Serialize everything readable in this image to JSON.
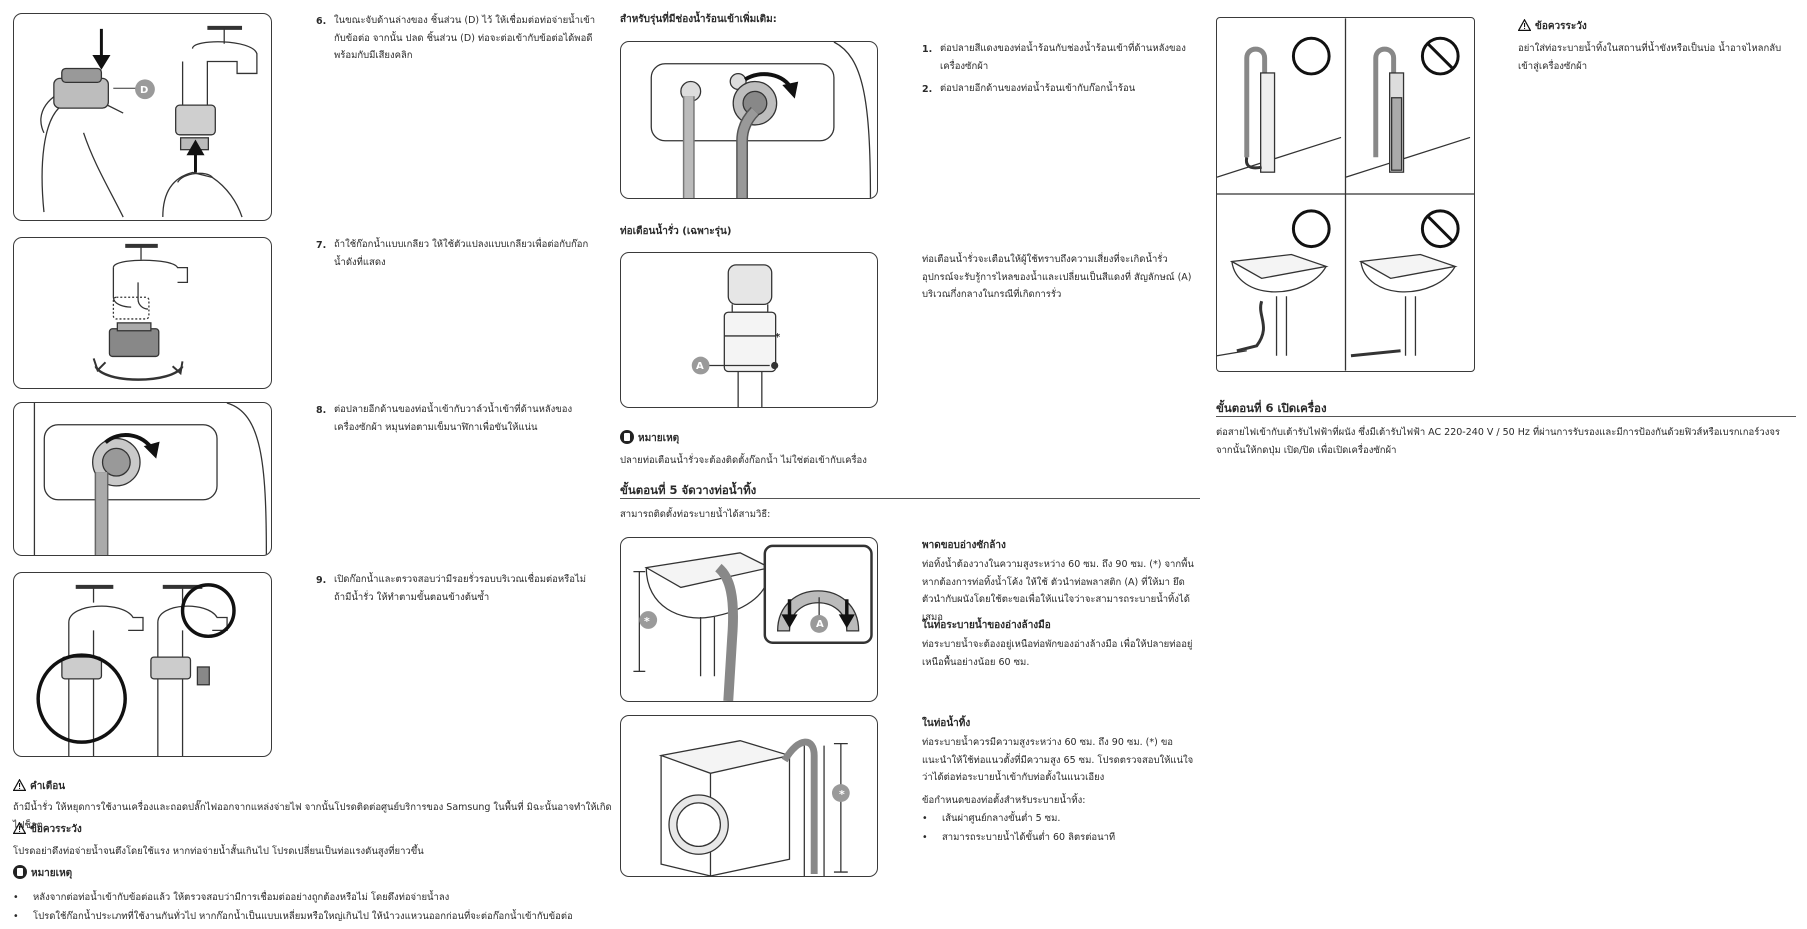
{
  "labels": {
    "d": "D",
    "a": "A",
    "star": "*"
  },
  "col1": {
    "step6_num": "6.",
    "step6_text": "ในขณะจับด้านล่างของ ชิ้นส่วน (D) ไว้ ให้เชื่อมต่อท่อจ่ายน้ำเข้ากับข้อต่อ จากนั้น ปลด ชิ้นส่วน (D) ท่อจะต่อเข้ากับข้อต่อได้พอดีพร้อมกับมีเสียงคลิก",
    "step7_num": "7.",
    "step7_text": "ถ้าใช้ก๊อกน้ำแบบเกลียว ให้ใช้ตัวแปลงแบบเกลียวเพื่อต่อกับก๊อกน้ำดังที่แสดง",
    "step8_num": "8.",
    "step8_text": "ต่อปลายอีกด้านของท่อน้ำเข้ากับวาล์วน้ำเข้าที่ด้านหลังของเครื่องซักผ้า หมุนท่อตามเข็มนาฬิกาเพื่อขันให้แน่น",
    "step9_num": "9.",
    "step9_text": "เปิดก๊อกน้ำและตรวจสอบว่ามีรอยรั่วรอบบริเวณเชื่อมต่อหรือไม่ ถ้ามีน้ำรั่ว ให้ทำตามขั้นตอนข้างต้นซ้ำ",
    "warning_title": "คำเตือน",
    "warning_text": "ถ้ามีน้ำรั่ว ให้หยุดการใช้งานเครื่องและถอดปลั๊กไฟออกจากแหล่งจ่ายไฟ จากนั้นโปรดติดต่อศูนย์บริการของ Samsung ในพื้นที่ มิฉะนั้นอาจทำให้เกิดไฟช็อต",
    "caution_title": "ข้อควรระวัง",
    "caution_text": "โปรดอย่าดึงท่อจ่ายน้ำจนตึงโดยใช้แรง หากท่อจ่ายน้ำสั้นเกินไป โปรดเปลี่ยนเป็นท่อแรงดันสูงที่ยาวขึ้น",
    "note_title": "หมายเหตุ",
    "note_items": [
      "หลังจากต่อท่อน้ำเข้ากับข้อต่อแล้ว ให้ตรวจสอบว่ามีการเชื่อมต่ออย่างถูกต้องหรือไม่ โดยดึงท่อจ่ายน้ำลง",
      "โปรดใช้ก๊อกน้ำประเภทที่ใช้งานกันทั่วไป หากก๊อกน้ำเป็นแบบเหลี่ยมหรือใหญ่เกินไป ให้นำวงแหวนออกก่อนที่จะต่อก๊อกน้ำเข้ากับข้อต่อ"
    ]
  },
  "col2": {
    "hot_heading": "สำหรับรุ่นที่มีช่องน้ำร้อนเข้าเพิ่มเติม:",
    "hot_items": [
      {
        "num": "1.",
        "text": "ต่อปลายสีแดงของท่อน้ำร้อนกับช่องน้ำร้อนเข้าที่ด้านหลังของเครื่องซักผ้า"
      },
      {
        "num": "2.",
        "text": "ต่อปลายอีกด้านของท่อน้ำร้อนเข้ากับก๊อกน้ำร้อน"
      }
    ],
    "leak_heading": "ท่อเตือนน้ำรั่ว (เฉพาะรุ่น)",
    "leak_text": "ท่อเตือนน้ำรั่วจะเตือนให้ผู้ใช้ทราบถึงความเสี่ยงที่จะเกิดน้ำรั่ว อุปกรณ์จะรับรู้การไหลของน้ำและเปลี่ยนเป็นสีแดงที่ สัญลักษณ์ (A) บริเวณกึ่งกลางในกรณีที่เกิดการรั่ว",
    "note_title": "หมายเหตุ",
    "note_text": "ปลายท่อเตือนน้ำรั่วจะต้องติดตั้งก๊อกน้ำ ไม่ใช่ต่อเข้ากับเครื่อง",
    "step5_title": "ขั้นตอนที่  5  จัดวางท่อน้ำทิ้ง",
    "step5_intro": "สามารถติดตั้งท่อระบายน้ำได้สามวิธี:",
    "sink_heading": "พาดขอบอ่างซักล้าง",
    "sink_text": "ท่อทิ้งน้ำต้องวางในความสูงระหว่าง 60 ซม. ถึง 90 ซม. (*) จากพื้น หากต้องการท่อทิ้งน้ำโค้ง ให้ใช้ ตัวนำท่อพลาสติก (A) ที่ให้มา ยึดตัวนำกับผนังโดยใช้ตะขอเพื่อให้แน่ใจว่าจะสามารถระบายน้ำทิ้งได้เสมอ",
    "branch_heading": "ในท่อระบายน้ำของอ่างล้างมือ",
    "branch_text": "ท่อระบายน้ำจะต้องอยู่เหนือท่อพักของอ่างล้างมือ เพื่อให้ปลายท่ออยู่เหนือพื้นอย่างน้อย 60 ซม.",
    "pipe_heading": "ในท่อน้ำทิ้ง",
    "pipe_text": "ท่อระบายน้ำควรมีความสูงระหว่าง 60 ซม. ถึง 90 ซม. (*) ขอแนะนำให้ใช้ท่อแนวตั้งที่มีความสูง 65 ซม. โปรดตรวจสอบให้แน่ใจว่าได้ต่อท่อระบายน้ำเข้ากับท่อตั้งในแนวเอียง",
    "pipe_req": "ข้อกำหนดของท่อตั้งสำหรับระบายน้ำทิ้ง:",
    "pipe_items": [
      "เส้นผ่าศูนย์กลางขั้นต่ำ 5 ซม.",
      "สามารถระบายน้ำได้ขั้นต่ำ 60 ลิตรต่อนาที"
    ]
  },
  "col3": {
    "caution_title": "ข้อควรระวัง",
    "caution_text": "อย่าใส่ท่อระบายน้ำทิ้งในสถานที่น้ำขังหรือเป็นบ่อ น้ำอาจไหลกลับเข้าสู่เครื่องซักผ้า",
    "step6_title": "ขั้นตอนที่  6  เปิดเครื่อง",
    "step6_text": "ต่อสายไฟเข้ากับเต้ารับไฟฟ้าที่ผนัง ซึ่งมีเต้ารับไฟฟ้า AC 220-240 V / 50 Hz ที่ผ่านการรับรองและมีการป้องกันด้วยฟิวส์หรือเบรกเกอร์วงจร จากนั้นให้กดปุ่ม เปิด/ปิด เพื่อเปิดเครื่องซักผ้า"
  }
}
